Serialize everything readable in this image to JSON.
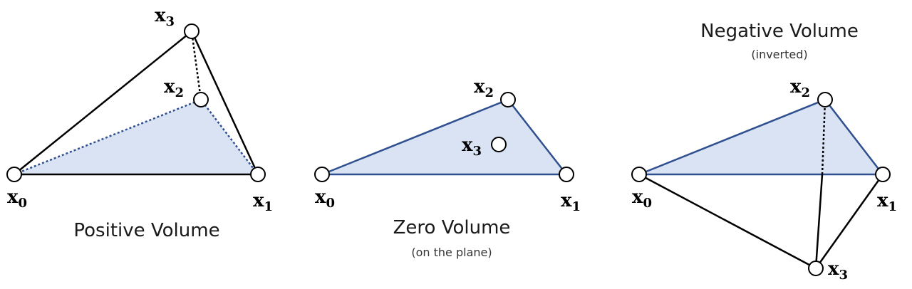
{
  "vertex_label_base": "x",
  "panels": [
    {
      "caption": "Positive Volume",
      "subcaption": "",
      "vertices": [
        {
          "sub": "0"
        },
        {
          "sub": "1"
        },
        {
          "sub": "2"
        },
        {
          "sub": "3"
        }
      ]
    },
    {
      "caption": "Zero Volume",
      "subcaption": "(on the plane)",
      "vertices": [
        {
          "sub": "0"
        },
        {
          "sub": "1"
        },
        {
          "sub": "2"
        },
        {
          "sub": "3"
        }
      ]
    },
    {
      "caption": "Negative Volume",
      "subcaption": "(inverted)",
      "vertices": [
        {
          "sub": "0"
        },
        {
          "sub": "1"
        },
        {
          "sub": "2"
        },
        {
          "sub": "3"
        }
      ]
    }
  ],
  "colors": {
    "face_fill": "#d9e3f3",
    "blue_edge": "#2f4f8f",
    "black_edge": "#000000"
  }
}
